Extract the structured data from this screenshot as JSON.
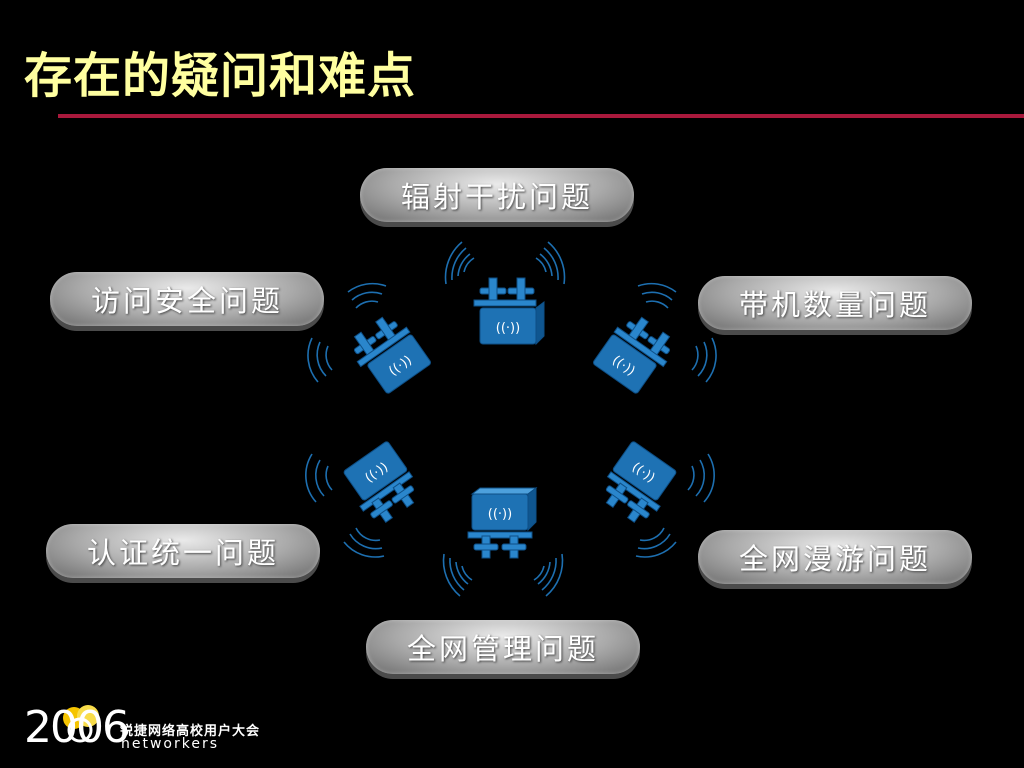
{
  "slide": {
    "title": "存在的疑问和难点"
  },
  "issues": {
    "top": "辐射干扰问题",
    "top_left": "访问安全问题",
    "top_right": "带机数量问题",
    "bottom_left": "认证统一问题",
    "bottom_right": "全网漫游问题",
    "bottom": "全网管理问题"
  },
  "access_points": [
    {
      "icon": "wireless-access-point-icon",
      "label": "((·))"
    },
    {
      "icon": "wireless-access-point-icon",
      "label": "((·))"
    },
    {
      "icon": "wireless-access-point-icon",
      "label": "((·))"
    },
    {
      "icon": "wireless-access-point-icon",
      "label": "((·))"
    },
    {
      "icon": "wireless-access-point-icon",
      "label": "((·))"
    },
    {
      "icon": "wireless-access-point-icon",
      "label": "((·))"
    }
  ],
  "logo": {
    "number": "2006",
    "text_cn": "锐捷网络高校用户大会",
    "text_en": "networkers"
  },
  "colors": {
    "background": "#000000",
    "title": "#ffffa0",
    "rule": "#a8193c",
    "pill": "#a9a9a9",
    "access_point": "#1e72b4",
    "signal_waves": "#1d6fb0"
  }
}
